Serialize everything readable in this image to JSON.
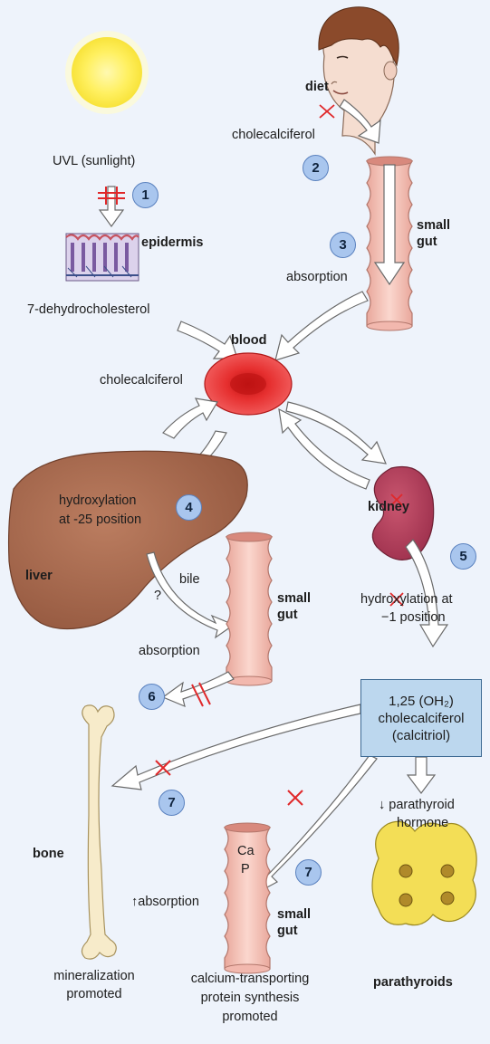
{
  "labels": {
    "uvl": "UVL (sunlight)",
    "epidermis": "epidermis",
    "dehydro": "7-dehydrocholesterol",
    "diet": "diet",
    "chole_top": "cholecalciferol",
    "small1": "small",
    "gut1": "gut",
    "absorption1": "absorption",
    "blood": "blood",
    "chole_blood": "cholecalciferol",
    "hydrox25_a": "hydroxylation",
    "hydrox25_b": "at -25 position",
    "liver": "liver",
    "kidney": "kidney",
    "hydrox1_a": "hydroxylation at",
    "hydrox1_b": "−1 position",
    "bile": "bile",
    "question": "?",
    "absorption2": "absorption",
    "small2": "small",
    "gut2": "gut",
    "box1": "1,25 (OH₂)",
    "box2": "cholecalciferol",
    "box3": "(calcitriol)",
    "pth1": "↓ parathyroid",
    "pth2": "hormone",
    "bone": "bone",
    "ca": "Ca",
    "p": "P",
    "absorption3": "↑absorption",
    "small3": "small",
    "gut3": "gut",
    "mineral1": "mineralization",
    "mineral2": "promoted",
    "calcium1": "calcium-transporting",
    "calcium2": "protein synthesis",
    "calcium3": "promoted",
    "parathyroids": "parathyroids"
  },
  "steps": [
    "1",
    "2",
    "3",
    "4",
    "5",
    "6",
    "7",
    "7"
  ],
  "colors": {
    "background": "#eef3fb",
    "badge": "#a9c6ee",
    "blood_cell": "#e02a2a",
    "liver": "#a86a4f",
    "kidney": "#b3415f",
    "gut": "#f4c3b8",
    "bone": "#f5e7c4",
    "parathyroid": "#f1dc52",
    "box": "#bcd7ee",
    "block_mark": "#e0282a"
  }
}
